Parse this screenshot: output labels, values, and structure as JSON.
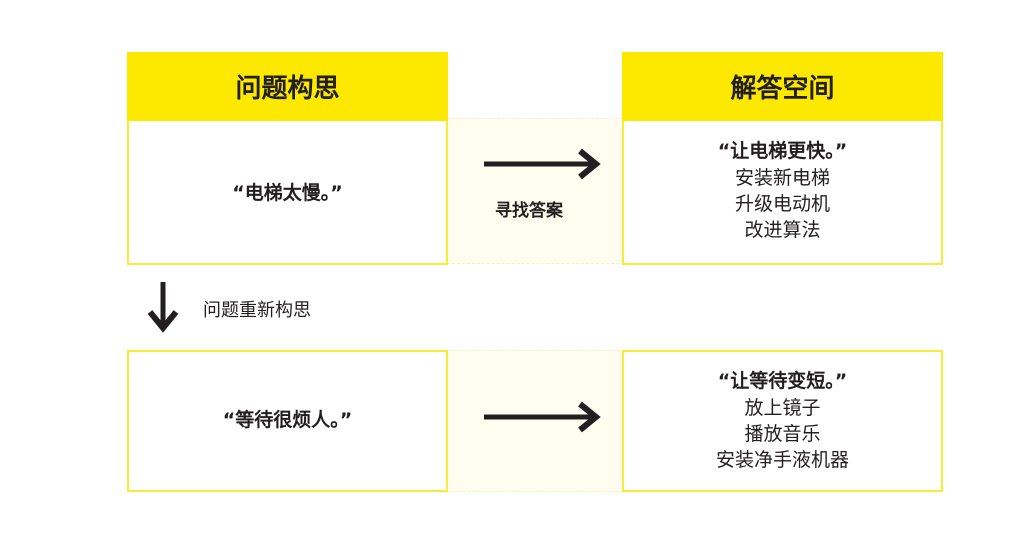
{
  "columns": {
    "problem": {
      "header": "问题构思"
    },
    "solution": {
      "header": "解答空间"
    }
  },
  "row1": {
    "problem": "“电梯太慢。”",
    "connector": "寻找答案",
    "solution": {
      "title": "“让电梯更快。”",
      "items": [
        "安装新电梯",
        "升级电动机",
        "改进算法"
      ]
    }
  },
  "reframe": {
    "label": "问题重新构思"
  },
  "row2": {
    "problem": "“等待很烦人。”",
    "solution": {
      "title": "“让等待变短。”",
      "items": [
        "放上镜子",
        "播放音乐",
        "安装净手液机器"
      ]
    }
  },
  "colors": {
    "header_yellow": "#fde800",
    "border_yellow": "#f6ec3a",
    "connector_bg": "#fffdf0"
  }
}
